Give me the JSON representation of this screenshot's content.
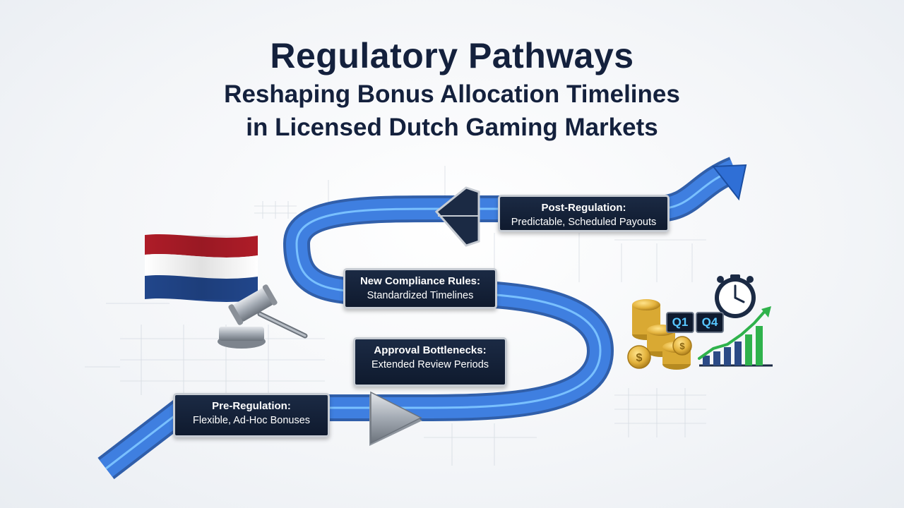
{
  "title": {
    "line1": "Regulatory Pathways",
    "line2": "Reshaping Bonus Allocation Timelines",
    "line3": "in Licensed Dutch Gaming Markets"
  },
  "stages": [
    {
      "heading": "Pre-Regulation:",
      "detail": "Flexible, Ad-Hoc Bonuses"
    },
    {
      "heading": "Approval Bottlenecks:",
      "detail": "Extended Review Periods"
    },
    {
      "heading": "New Compliance Rules:",
      "detail": "Standardized Timelines"
    },
    {
      "heading": "Post-Regulation:",
      "detail": "Predictable, Scheduled Payouts"
    }
  ],
  "quarters": [
    "Q1",
    "Q4"
  ],
  "colors": {
    "title": "#14213d",
    "path": "#3f7fe0",
    "path_glow": "#7cc4ff",
    "label_bg": "#14213d",
    "flag_red": "#ae1c28",
    "flag_white": "#ffffff",
    "flag_blue": "#21468b",
    "coin_gold": "#e3b23c",
    "chart_green": "#2fb24c"
  },
  "icons": [
    "netherlands-flag",
    "gavel-icon",
    "play-arrow-icon",
    "rewind-arrow-icon",
    "coin-stack-icon",
    "stopwatch-icon",
    "growth-chart-icon"
  ]
}
